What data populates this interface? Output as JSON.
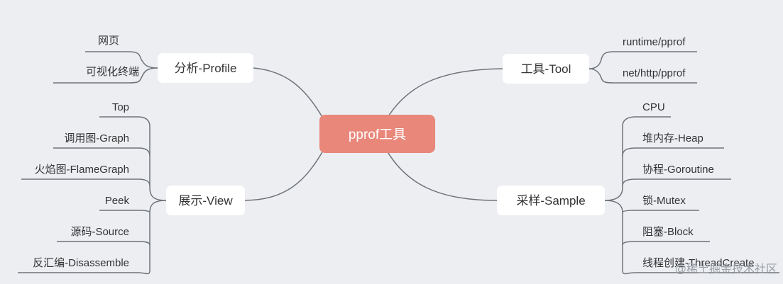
{
  "center": {
    "label": "pprof工具",
    "color": "#e8877a"
  },
  "branches": {
    "profile": {
      "label": "分析-Profile",
      "leaves": [
        "网页",
        "可视化终端"
      ]
    },
    "view": {
      "label": "展示-View",
      "leaves": [
        "Top",
        "调用图-Graph",
        "火焰图-FlameGraph",
        "Peek",
        "源码-Source",
        "反汇编-Disassemble"
      ]
    },
    "tool": {
      "label": "工具-Tool",
      "leaves": [
        "runtime/pprof",
        "net/http/pprof"
      ]
    },
    "sample": {
      "label": "采样-Sample",
      "leaves": [
        "CPU",
        "堆内存-Heap",
        "协程-Goroutine",
        "锁-Mutex",
        "阻塞-Block",
        "线程创建-ThreadCreate"
      ]
    }
  },
  "watermark": {
    "text": "@稀土掘金技术社区"
  },
  "colors": {
    "background": "#eceef2",
    "line": "#6f7378",
    "node": "#ffffff"
  }
}
